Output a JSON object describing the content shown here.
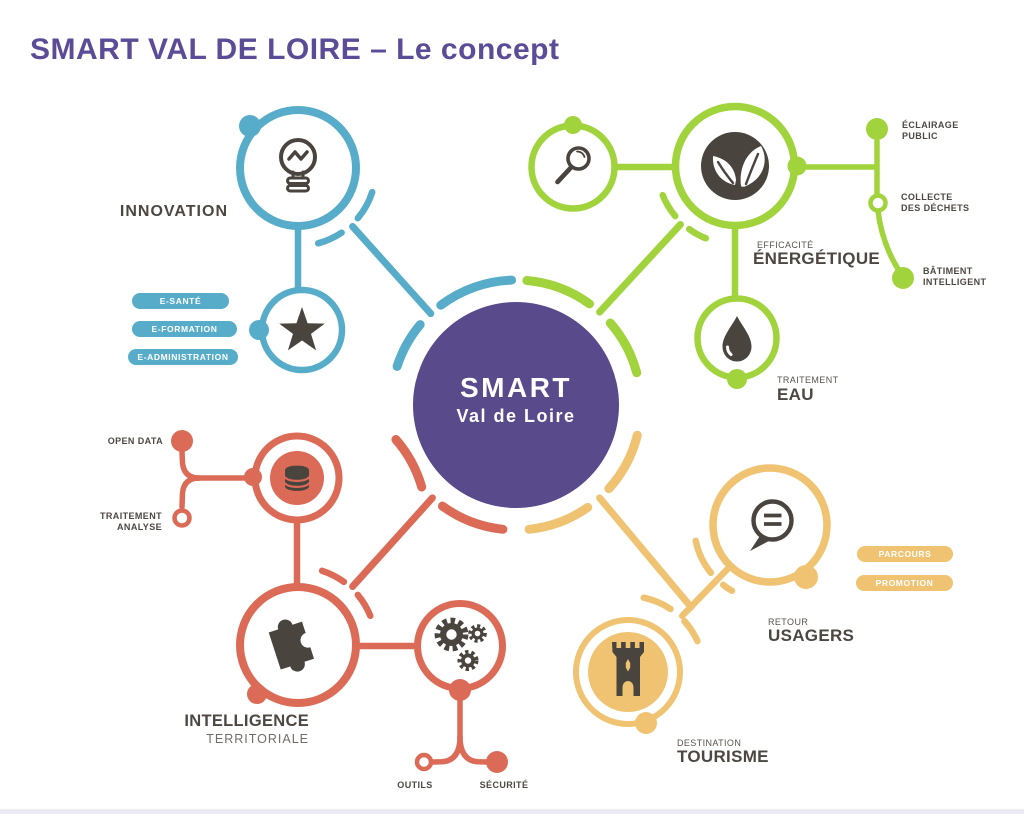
{
  "page": {
    "title": "SMART VAL DE LOIRE – Le concept"
  },
  "colors": {
    "purple": "#594A8C",
    "title_purple": "#5C4B96",
    "blue": "#57ADC9",
    "green": "#A1D33C",
    "red": "#DB6B56",
    "yellow": "#EFC371",
    "dark": "#4A443E",
    "label": "#4D4742",
    "sublabel": "#716B65",
    "footer": "#ECEAF2"
  },
  "center": {
    "line1": "SMART",
    "line2": "Val de Loire"
  },
  "innovation": {
    "title": "INNOVATION",
    "pills": [
      "E-SANTÉ",
      "E-FORMATION",
      "E-ADMINISTRATION"
    ]
  },
  "energy": {
    "pretitle": "EFFICACITÉ",
    "title": "ÉNERGÉTIQUE",
    "eclairage": "ÉCLAIRAGE\nPUBLIC",
    "collecte": "COLLECTE\nDES DÉCHETS",
    "batiment": "BÂTIMENT\nINTELLIGENT"
  },
  "water": {
    "pretitle": "TRAITEMENT",
    "title": "EAU"
  },
  "territory": {
    "title": "INTELLIGENCE",
    "subtitle": "TERRITORIALE",
    "open_data": "OPEN DATA",
    "analysis": "TRAITEMENT\nANALYSE",
    "outils": "OUTILS",
    "securite": "SÉCURITÉ"
  },
  "users": {
    "pretitle": "RETOUR",
    "title": "USAGERS",
    "pills": [
      "PARCOURS",
      "PROMOTION"
    ]
  },
  "tourism": {
    "pretitle": "DESTINATION",
    "title": "TOURISME"
  }
}
